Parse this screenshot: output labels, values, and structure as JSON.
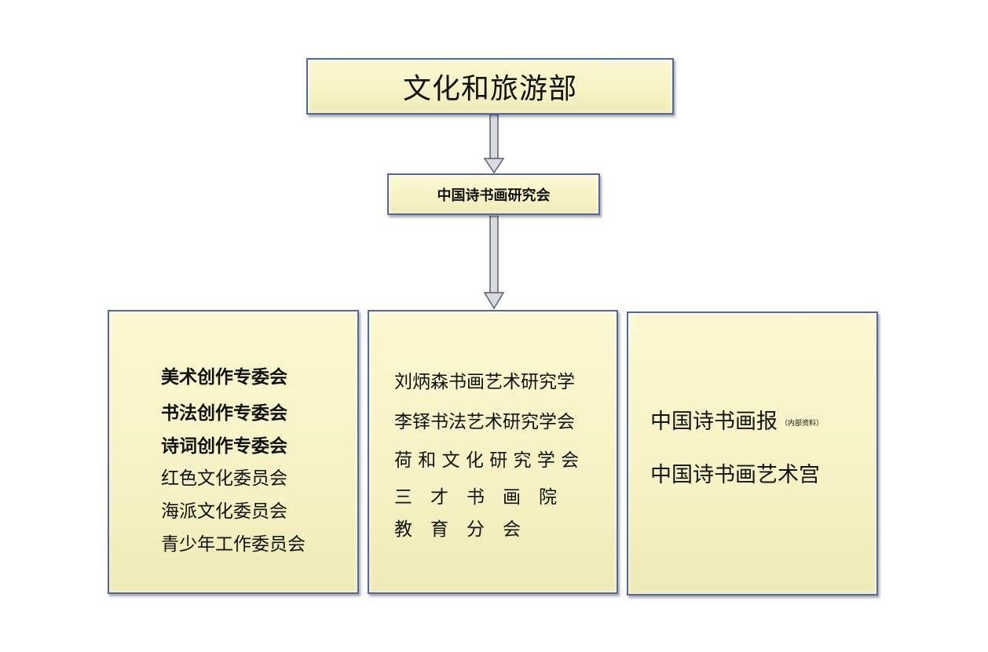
{
  "top": {
    "label": "文化和旅游部"
  },
  "middle": {
    "label": "中国诗书画研究会"
  },
  "left": {
    "items": [
      "美术创作专委会",
      "书法创作专委会",
      "诗词创作专委会",
      "红色文化委员会",
      "海派文化委员会",
      "青少年工作委员会"
    ]
  },
  "center": {
    "items": [
      "刘炳森书画艺术研究学",
      "李铎书法艺术研究学会",
      "荷 和 文 化 研 究 学 会",
      "三　才　书　画　院",
      "教　育　分　会"
    ]
  },
  "right": {
    "items": [
      {
        "label": "中国诗书画报",
        "note": "（内部资料）"
      },
      {
        "label": "中国诗书画艺术宫"
      }
    ]
  },
  "colors": {
    "box_fill": "#f6f2c4",
    "border": "#4f6aa3",
    "arrow": "#8a8f99"
  }
}
